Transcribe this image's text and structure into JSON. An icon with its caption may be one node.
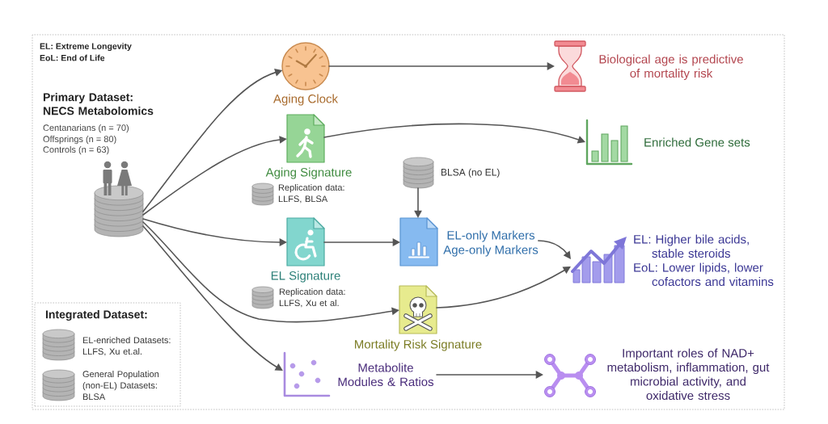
{
  "diagram": {
    "nodes": [
      {
        "text": [
          "Primary Dataset: NECS Metabolomics",
          "Centanarians (n = 70)",
          "Offsprings (n = 80)",
          "Controls (n = 63)"
        ]
      },
      {
        "text": [
          "Integrated Dataset:",
          "EL-enriched Datasets: LLFS, Xu et.al.",
          "General Population (non-EL) Datasets: BLSA"
        ]
      },
      {
        "text": [
          "Aging Clock"
        ]
      },
      {
        "text": [
          "Aging Signature"
        ],
        "beside": [
          "Replication data: LLFS, BLSA"
        ]
      },
      {
        "text": [
          "BLSA (no EL)"
        ]
      },
      {
        "text": [
          "EL Signature"
        ],
        "beside": [
          "Replication data: LLFS, Xu et al."
        ]
      },
      {
        "text": [
          "EL-only Markers",
          "Age-only Markers"
        ]
      },
      {
        "text": [
          "Mortality Risk Signature"
        ]
      },
      {
        "text": [
          "Metabolite Modules & Ratios"
        ]
      },
      {
        "text": [
          "Biological age is predictive of mortality risk"
        ]
      },
      {
        "text": [
          "Enriched Gene sets"
        ]
      },
      {
        "text": [
          "EL: Higher bile acids, stable steroids",
          "EoL: Lower lipids, lower cofactors and vitamins"
        ]
      },
      {
        "text": [
          "Important roles of NAD+ metabolism, inflammation, gut microbial activity, and oxidative stress"
        ]
      }
    ],
    "edges": [
      {
        "from": 0,
        "to": 2,
        "arrow": "to"
      },
      {
        "from": 0,
        "to": 3,
        "arrow": "to"
      },
      {
        "from": 0,
        "to": 5,
        "arrow": "to"
      },
      {
        "from": 0,
        "to": 7,
        "arrow": "to"
      },
      {
        "from": 0,
        "to": 8,
        "arrow": "to"
      },
      {
        "from": 2,
        "to": 9,
        "arrow": "to"
      },
      {
        "from": 3,
        "to": 10,
        "arrow": "to"
      },
      {
        "from": 4,
        "to": 6,
        "arrow": "to"
      },
      {
        "from": 5,
        "to": 6,
        "arrow": "to"
      },
      {
        "from": 6,
        "to": 11,
        "arrow": "to"
      },
      {
        "from": 7,
        "to": 11,
        "arrow": "to"
      },
      {
        "from": 8,
        "to": 12,
        "arrow": "to"
      }
    ],
    "labels": [
      "EL: Extreme Longevity",
      "EoL: End of Life"
    ]
  }
}
